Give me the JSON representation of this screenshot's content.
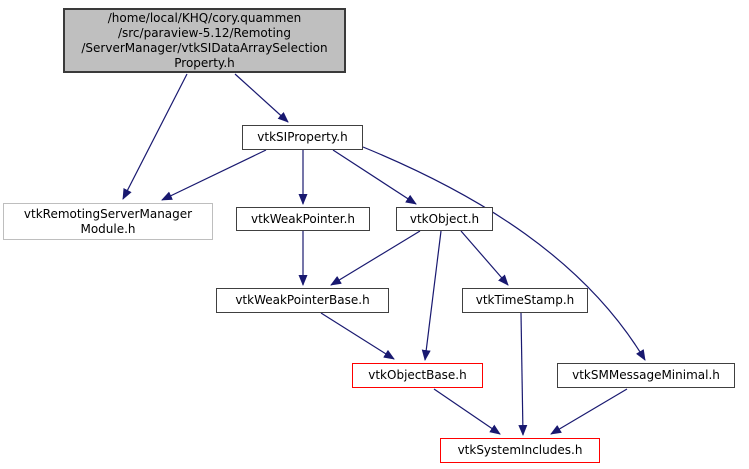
{
  "diagram": {
    "type": "include-dependency-graph",
    "colors": {
      "edge": "#191970",
      "node_fill": "#ffffff",
      "node_border": "#404040",
      "root_fill": "#bfbfbf",
      "unlinked_border": "#bebebe",
      "truncated_border": "#ff0000"
    },
    "nodes": {
      "main": {
        "label": "/home/local/KHQ/cory.quammen/src/paraview-5.12/Remoting/ServerManager/vtkSIDataArraySelectionProperty.h",
        "lines": [
          "/home/local/KHQ/cory.quammen",
          "/src/paraview-5.12/Remoting",
          "/ServerManager/vtkSIDataArraySelection",
          "Property.h"
        ]
      },
      "vtkSIProperty": {
        "label": "vtkSIProperty.h"
      },
      "vtkRemotingServerManagerModule": {
        "label": "vtkRemotingServerManagerModule.h",
        "lines": [
          "vtkRemotingServerManager",
          "Module.h"
        ]
      },
      "vtkWeakPointer": {
        "label": "vtkWeakPointer.h"
      },
      "vtkObject": {
        "label": "vtkObject.h"
      },
      "vtkWeakPointerBase": {
        "label": "vtkWeakPointerBase.h"
      },
      "vtkTimeStamp": {
        "label": "vtkTimeStamp.h"
      },
      "vtkObjectBase": {
        "label": "vtkObjectBase.h"
      },
      "vtkSMMessageMinimal": {
        "label": "vtkSMMessageMinimal.h"
      },
      "vtkSystemIncludes": {
        "label": "vtkSystemIncludes.h"
      }
    },
    "edges": [
      {
        "from": "main",
        "to": "vtkRemotingServerManagerModule"
      },
      {
        "from": "main",
        "to": "vtkSIProperty"
      },
      {
        "from": "vtkSIProperty",
        "to": "vtkRemotingServerManagerModule"
      },
      {
        "from": "vtkSIProperty",
        "to": "vtkWeakPointer"
      },
      {
        "from": "vtkSIProperty",
        "to": "vtkObject"
      },
      {
        "from": "vtkSIProperty",
        "to": "vtkSMMessageMinimal"
      },
      {
        "from": "vtkWeakPointer",
        "to": "vtkWeakPointerBase"
      },
      {
        "from": "vtkObject",
        "to": "vtkWeakPointerBase"
      },
      {
        "from": "vtkObject",
        "to": "vtkObjectBase"
      },
      {
        "from": "vtkObject",
        "to": "vtkTimeStamp"
      },
      {
        "from": "vtkWeakPointerBase",
        "to": "vtkObjectBase"
      },
      {
        "from": "vtkTimeStamp",
        "to": "vtkSystemIncludes"
      },
      {
        "from": "vtkObjectBase",
        "to": "vtkSystemIncludes"
      },
      {
        "from": "vtkSMMessageMinimal",
        "to": "vtkSystemIncludes"
      }
    ]
  }
}
